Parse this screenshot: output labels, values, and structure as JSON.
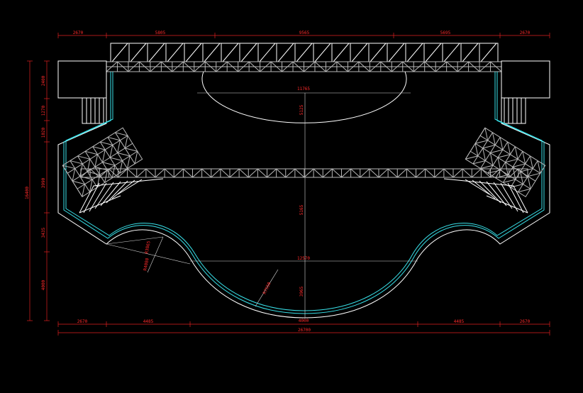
{
  "drawing": {
    "colors": {
      "background": "#000000",
      "dimension": "#ff2a2a",
      "outline": "#ffffff",
      "truss": "#b8b8b8",
      "edge": "#38e0e8"
    },
    "top_dimensions": [
      "2670",
      "5805",
      "9565",
      "5695",
      "2670"
    ],
    "left_dimensions": [
      "2400",
      "1270",
      "1020",
      "3990",
      "3435",
      "4000"
    ],
    "left_total": "16400",
    "bottom_dimensions": [
      "2670",
      "4485",
      "4485",
      "2670"
    ],
    "bottom_total": "26700",
    "center_dimensions": {
      "ellipse_width": "11765",
      "upper_height": "5125",
      "middle_height": "5165",
      "lower_width": "12570",
      "lower_height": "3965",
      "bottom_mark": "4000"
    },
    "radius_labels": {
      "left_a": "R3865",
      "left_b": "R4080",
      "arc": "R7550"
    }
  }
}
